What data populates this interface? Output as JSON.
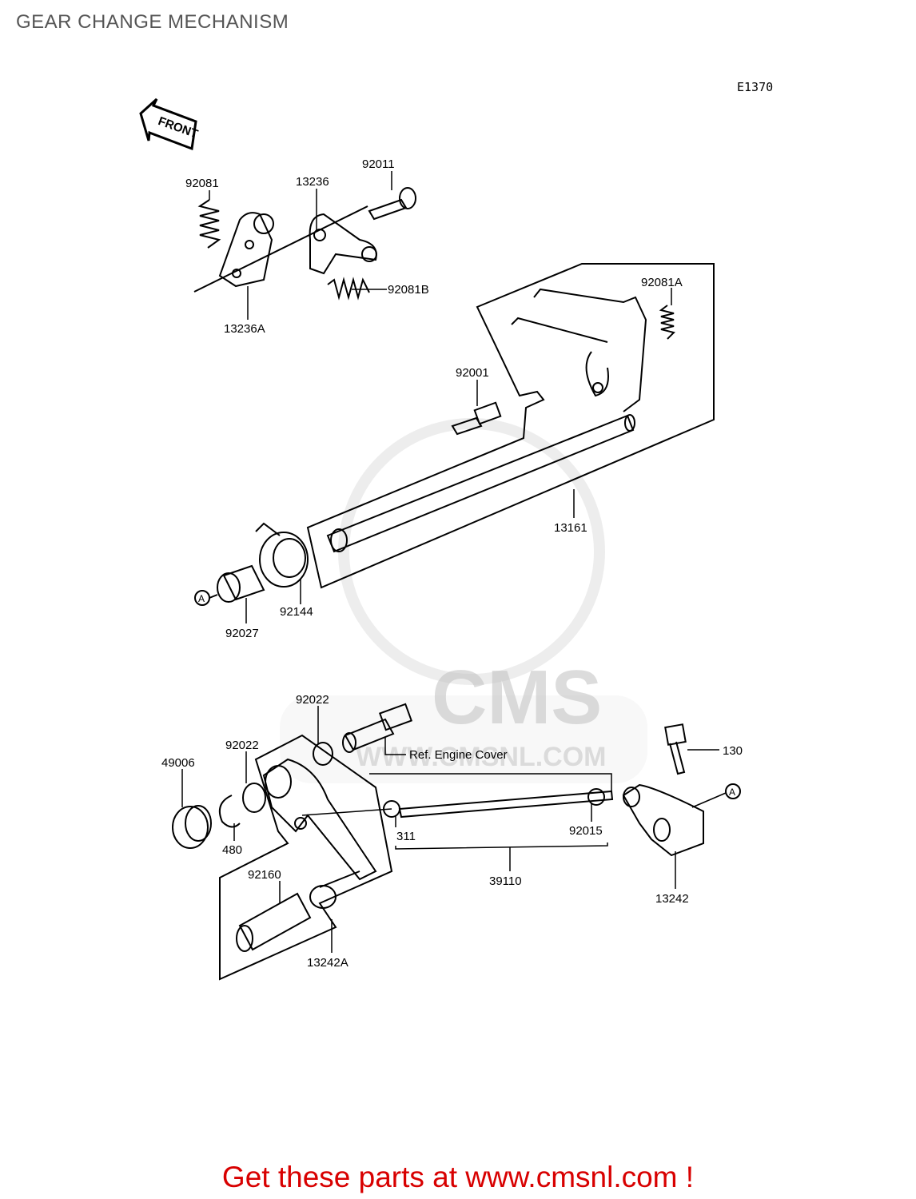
{
  "title": "GEAR CHANGE MECHANISM",
  "diagram_code": "E1370",
  "front_label": "FRONT",
  "part_labels": {
    "p92081": "92081",
    "p13236": "13236",
    "p92011": "92011",
    "p92081B": "92081B",
    "p13236A": "13236A",
    "p92081A": "92081A",
    "p92001": "92001",
    "p13161": "13161",
    "p92144": "92144",
    "p92027": "92027",
    "p92022_top": "92022",
    "p92022_left": "92022",
    "p49006": "49006",
    "p480": "480",
    "p311": "311",
    "p92015": "92015",
    "p39110": "39110",
    "p92160": "92160",
    "p13242A": "13242A",
    "p130": "130",
    "p13242": "13242"
  },
  "ref_text": "Ref.  Engine Cover",
  "marker_a": "A",
  "watermark": {
    "brand": "CMS",
    "url": "WWW.CMSNL.COM"
  },
  "footer_text": "Get these parts at www.cmsnl.com !"
}
